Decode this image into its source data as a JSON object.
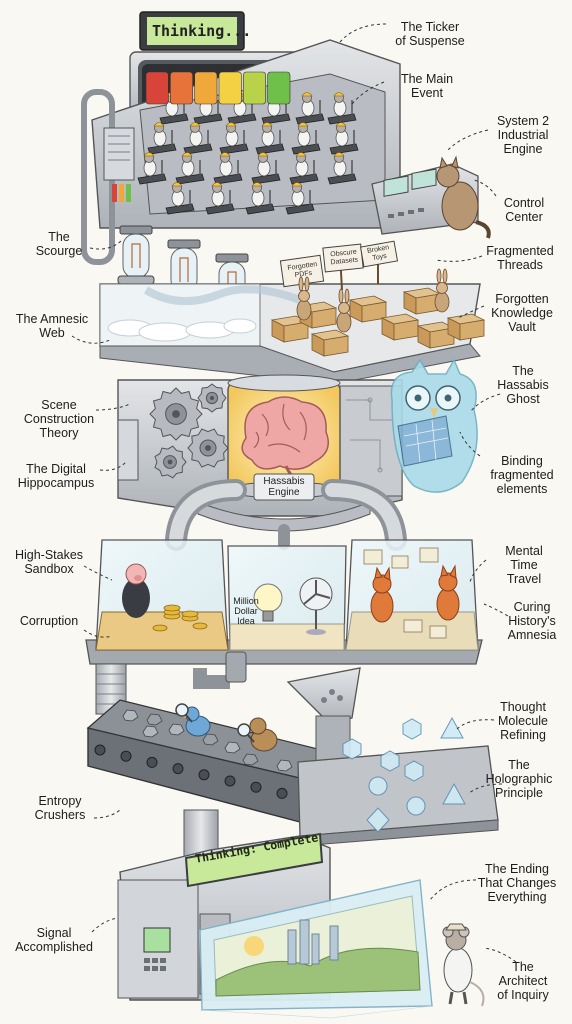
{
  "signs": {
    "top_display": "Thinking...",
    "bottom_display": "Thinking: Complete",
    "core_label": "Hassabis\nEngine",
    "cube_idea_label": "Million\nDollar\nIdea",
    "box_pdfs": "Forgotten\nPDFs",
    "box_datasets": "Obscure\nDatasets",
    "box_toys": "Broken\nToys"
  },
  "labels": {
    "ticker": "The Ticker\nof Suspense",
    "main_event": "The Main\nEvent",
    "system2": "System 2\nIndustrial\nEngine",
    "control_center": "Control\nCenter",
    "scourge": "The\nScourge",
    "fragmented": "Fragmented\nThreads",
    "amnesic": "The Amnesic\nWeb",
    "vault": "Forgotten\nKnowledge\nVault",
    "ghost": "The\nHassabis\nGhost",
    "scene": "Scene\nConstruction\nTheory",
    "binding": "Binding\nfragmented\nelements",
    "hippocampus": "The Digital\nHippocampus",
    "sandbox": "High-Stakes\nSandbox",
    "mental": "Mental\nTime\nTravel",
    "corruption": "Corruption",
    "amnesia": "Curing\nHistory's\nAmnesia",
    "molecule": "Thought\nMolecule\nRefining",
    "holographic": "The\nHolographic\nPrinciple",
    "entropy": "Entropy\nCrushers",
    "ending": "The Ending\nThat Changes\nEverything",
    "signal": "Signal\nAccomplished",
    "architect": "The\nArchitect\nof Inquiry"
  },
  "colors": {
    "metal": "#c9ccd1",
    "metal_dark": "#8e939a",
    "glass": "#dbeef4",
    "core_glow": "#f7d77a",
    "brain": "#eea7a5",
    "ghost": "#a9dbe9",
    "display_green": "#c8e89a",
    "gauge": [
      "#d9443a",
      "#e8733a",
      "#f0a83a",
      "#f3d142",
      "#b8d24a",
      "#6fbf4b"
    ]
  }
}
